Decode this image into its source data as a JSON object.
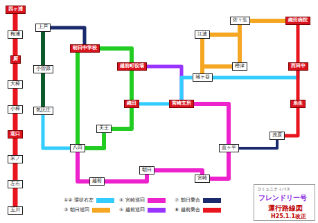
{
  "diagram": {
    "title": "運行路線図",
    "caption": "H25.1.1改正",
    "nodes": [
      {
        "text": [
          "四ヶ浦"
        ]
      },
      {
        "text": [
          "梅浦"
        ]
      },
      {
        "text": [
          "厨"
        ]
      },
      {
        "text": [
          "大樟"
        ]
      },
      {
        "text": [
          "小樟"
        ]
      },
      {
        "text": [
          "道口"
        ]
      },
      {
        "text": [
          "米ノ"
        ]
      },
      {
        "text": [
          "左右"
        ]
      },
      {
        "text": [
          "玉川"
        ]
      },
      {
        "text": [
          "上戸"
        ]
      },
      {
        "text": [
          "小曽原"
        ]
      },
      {
        "text": [
          "気比庄"
        ]
      },
      {
        "text": [
          "朝日中学校"
        ]
      },
      {
        "text": [
          "越前町役場"
        ]
      },
      {
        "text": [
          "織田"
        ]
      },
      {
        "text": [
          "天王"
        ]
      },
      {
        "text": [
          "八田"
        ]
      },
      {
        "text": [
          "宮崎支所"
        ]
      },
      {
        "text": [
          "江波"
        ]
      },
      {
        "text": [
          "佐々生"
        ]
      },
      {
        "text": [
          "樫津"
        ]
      },
      {
        "text": [
          "城ヶ谷"
        ]
      },
      {
        "text": [
          "織田病院"
        ]
      },
      {
        "text": [
          "西田中"
        ]
      },
      {
        "text": [
          "糸生"
        ]
      },
      {
        "text": [
          "茂原"
        ]
      },
      {
        "text": [
          "血ヶ平"
        ]
      },
      {
        "text": [
          "朝日"
        ]
      },
      {
        "text": [
          "宮崎"
        ]
      },
      {
        "text": [
          "越前"
        ]
      }
    ],
    "edges": [
      {
        "from": 0,
        "to": 1,
        "arrow": "none"
      },
      {
        "from": 1,
        "to": 2,
        "arrow": "none"
      },
      {
        "from": 2,
        "to": 3,
        "arrow": "none"
      },
      {
        "from": 3,
        "to": 4,
        "arrow": "none"
      },
      {
        "from": 4,
        "to": 5,
        "arrow": "none"
      },
      {
        "from": 5,
        "to": 6,
        "arrow": "none"
      },
      {
        "from": 6,
        "to": 7,
        "arrow": "none"
      },
      {
        "from": 7,
        "to": 8,
        "arrow": "none"
      },
      {
        "from": 9,
        "to": 10,
        "arrow": "none"
      },
      {
        "from": 10,
        "to": 11,
        "arrow": "none"
      },
      {
        "from": 9,
        "to": 12,
        "arrow": "none"
      },
      {
        "from": 12,
        "to": 13,
        "arrow": "none"
      },
      {
        "from": 13,
        "to": 14,
        "arrow": "none"
      },
      {
        "from": 14,
        "to": 15,
        "arrow": "none"
      },
      {
        "from": 15,
        "to": 16,
        "arrow": "none"
      },
      {
        "from": 16,
        "to": 12,
        "arrow": "none"
      },
      {
        "from": 13,
        "to": 17,
        "arrow": "none"
      },
      {
        "from": 14,
        "to": 17,
        "arrow": "none"
      },
      {
        "from": 17,
        "to": 21,
        "arrow": "none"
      },
      {
        "from": 21,
        "to": 23,
        "arrow": "none"
      },
      {
        "from": 11,
        "to": 16,
        "arrow": "none"
      },
      {
        "from": 18,
        "to": 19,
        "arrow": "none"
      },
      {
        "from": 19,
        "to": 20,
        "arrow": "none"
      },
      {
        "from": 20,
        "to": 21,
        "arrow": "none"
      },
      {
        "from": 21,
        "to": 18,
        "arrow": "none"
      },
      {
        "from": 19,
        "to": 22,
        "arrow": "none"
      },
      {
        "from": 22,
        "to": 23,
        "arrow": "none"
      },
      {
        "from": 23,
        "to": 24,
        "arrow": "none"
      },
      {
        "from": 24,
        "to": 25,
        "arrow": "none"
      },
      {
        "from": 16,
        "to": 29,
        "arrow": "none"
      },
      {
        "from": 29,
        "to": 27,
        "arrow": "none"
      },
      {
        "from": 27,
        "to": 28,
        "arrow": "none"
      },
      {
        "from": 28,
        "to": 26,
        "arrow": "none"
      },
      {
        "from": 26,
        "to": 17,
        "arrow": "none"
      },
      {
        "from": 25,
        "to": 26,
        "arrow": "none"
      }
    ],
    "labels": [
      "コミュニティバス",
      "フレンドリー号"
    ],
    "legend": [
      {
        "text": "①② 環状右左",
        "color": "#33ccff"
      },
      {
        "text": "③ 朝日巡回",
        "color": "#f5a623"
      },
      {
        "text": "④ 宮崎巡回",
        "color": "#ee22cc"
      },
      {
        "text": "⑤ 越前巡回",
        "color": "#9933ff"
      },
      {
        "text": "⑦ 朝日乗合",
        "color": "#1a2a6c"
      },
      {
        "text": "⑧ 越前乗合",
        "color": "#e8141e"
      }
    ]
  }
}
